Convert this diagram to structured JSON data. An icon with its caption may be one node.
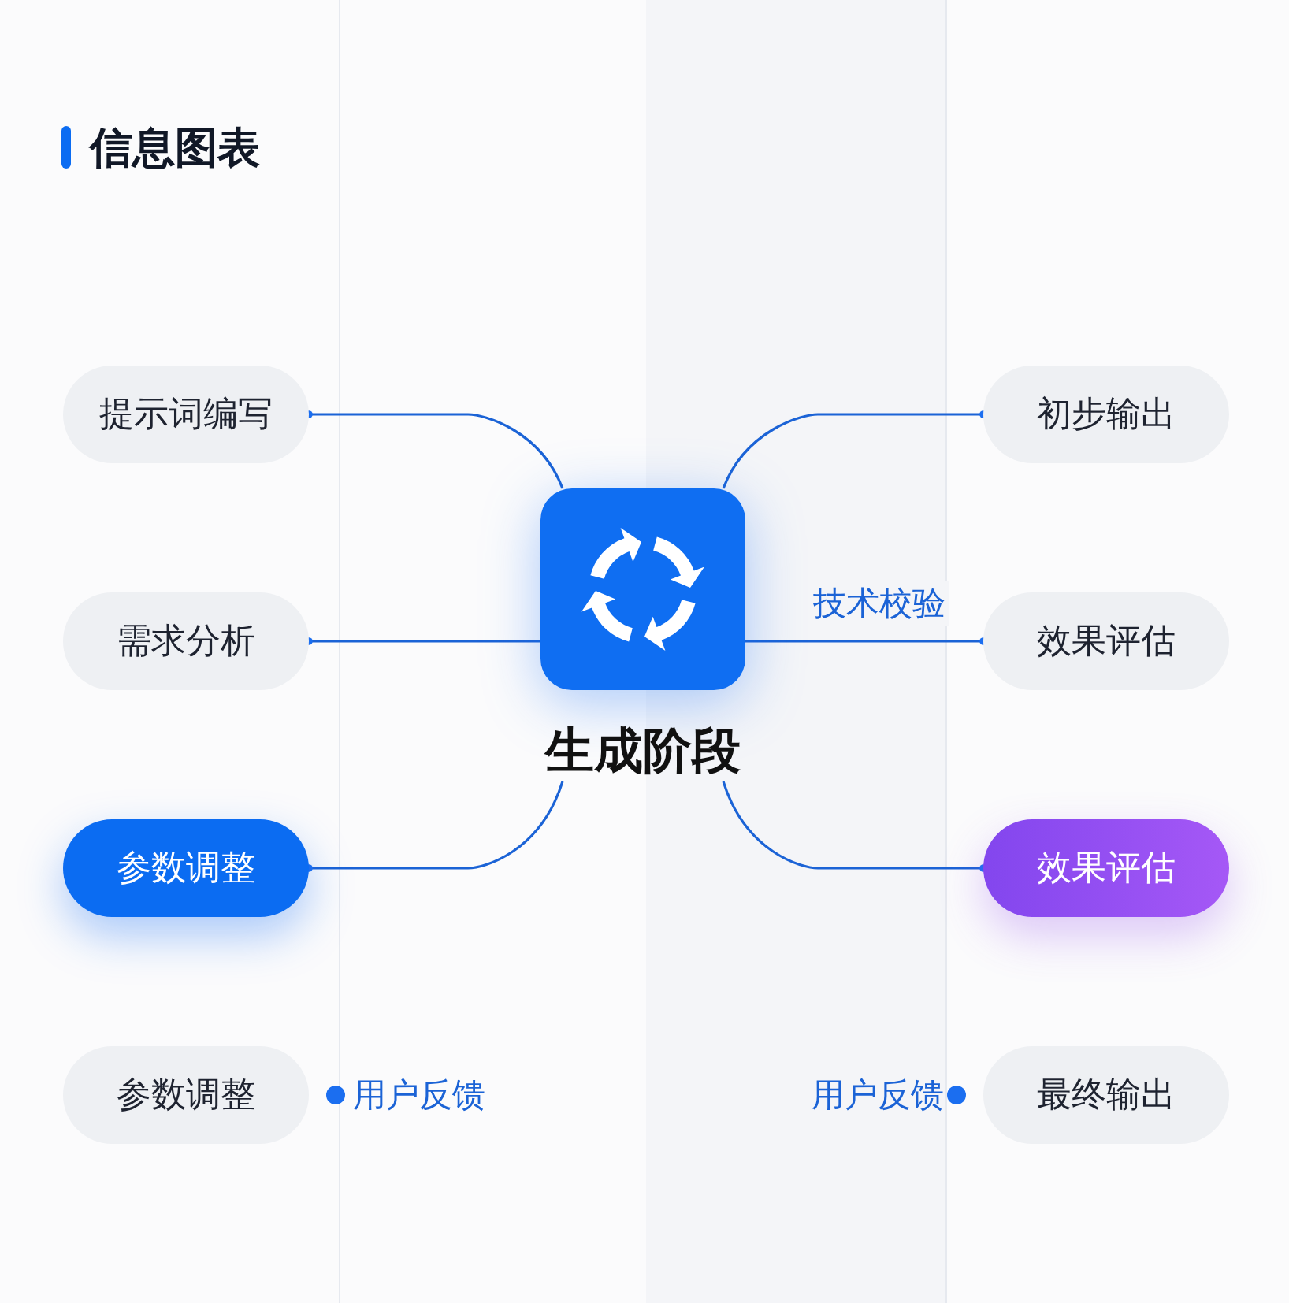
{
  "diagram": {
    "title": "信息图表",
    "nodes": [
      {
        "text": [
          "生成阶段"
        ]
      },
      {
        "text": [
          "提示词编写"
        ]
      },
      {
        "text": [
          "需求分析"
        ]
      },
      {
        "text": [
          "参数调整"
        ]
      },
      {
        "text": [
          "参数调整"
        ],
        "beside": [
          "用户反馈"
        ]
      },
      {
        "text": [
          "初步输出"
        ]
      },
      {
        "text": [
          "效果评估"
        ]
      },
      {
        "text": [
          "效果评估"
        ]
      },
      {
        "text": [
          "最终输出"
        ],
        "beside": [
          "用户反馈"
        ]
      }
    ],
    "edges": [
      {
        "from": 0,
        "to": 1,
        "arrow": "other"
      },
      {
        "from": 0,
        "to": 2,
        "arrow": "other"
      },
      {
        "from": 0,
        "to": 3,
        "arrow": "other"
      },
      {
        "from": 0,
        "to": 5,
        "arrow": "other"
      },
      {
        "from": 0,
        "to": 6,
        "arrow": "other",
        "label": "技术校验"
      },
      {
        "from": 0,
        "to": 7,
        "arrow": "other"
      }
    ]
  }
}
